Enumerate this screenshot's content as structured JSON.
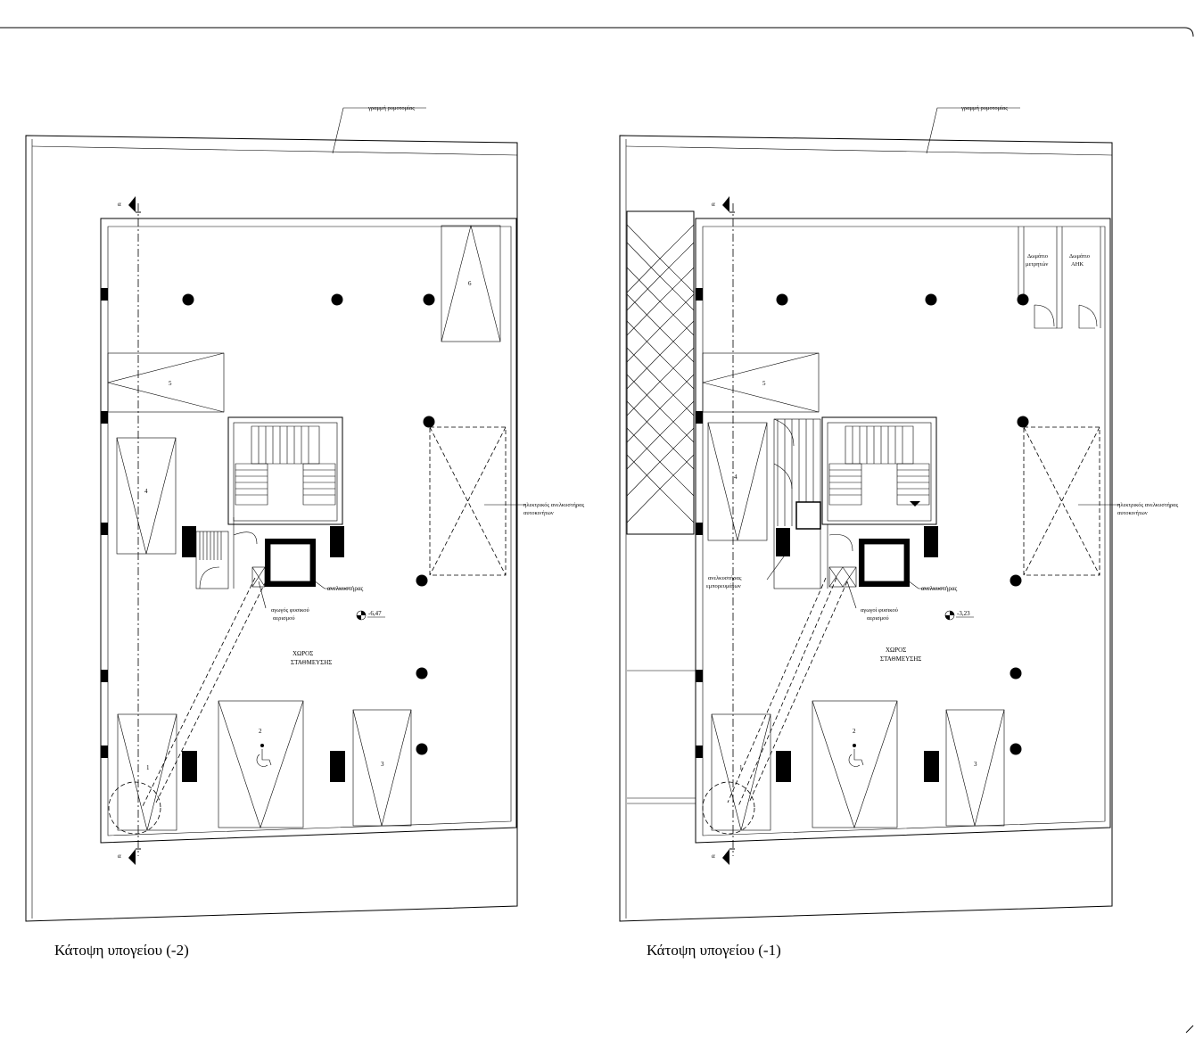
{
  "plans": [
    {
      "caption": "Κάτοψη υπογείου (-2)",
      "building_line_label": "γραμμή ρυμοτομίας",
      "section_mark": "α",
      "car_lift_label_1": "ηλεκτρικός ανελκυστήρας",
      "car_lift_label_2": "αυτοκινήτων",
      "lift_label": "ανελκυστήρας",
      "vent_label_1": "αγωγός φυσικού",
      "vent_label_2": "αερισμού",
      "level": "-6,47",
      "parking_label_1": "ΧΩΡΟΣ",
      "parking_label_2": "ΣΤΑΘΜΕΥΣΗΣ",
      "spaces": [
        "1",
        "2",
        "3",
        "4",
        "5",
        "6"
      ]
    },
    {
      "caption": "Κάτοψη υπογείου (-1)",
      "building_line_label": "γραμμή ρυμοτομίας",
      "section_mark": "α",
      "car_lift_label_1": "ηλεκτρικός ανελκυστήρας",
      "car_lift_label_2": "αυτοκινήτων",
      "lift_label": "ανελκυστήρας",
      "vent_label_1": "αγωγοί φυσικού",
      "vent_label_2": "αερισμού",
      "level": "-3,23",
      "parking_label_1": "ΧΩΡΟΣ",
      "parking_label_2": "ΣΤΑΘΜΕΥΣΗΣ",
      "spaces": [
        "1",
        "2",
        "3",
        "4",
        "5"
      ],
      "goods_lift_label_1": "ανελκυστήρας",
      "goods_lift_label_2": "εμπορευμάτων",
      "meter_room_1": "Δωμάτιο",
      "meter_room_2": "μετρητών",
      "ahk_room_1": "Δωμάτιο",
      "ahk_room_2": "ΑΗΚ"
    }
  ]
}
